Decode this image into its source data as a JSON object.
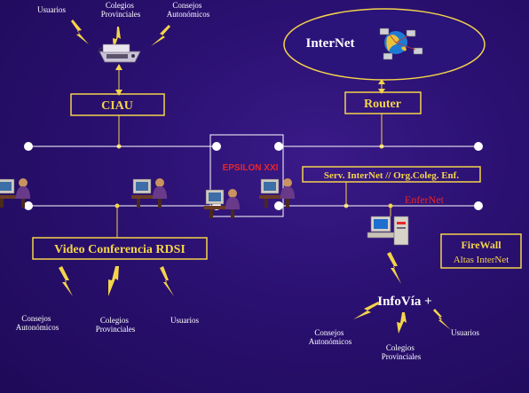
{
  "top_labels": {
    "usuarios": "Usuarios",
    "colegios": "Colegios\nProvinciales",
    "consejos": "Consejos\nAutonómicos"
  },
  "internet": {
    "label": "InterNet"
  },
  "nodes": {
    "ciau": "CIAU",
    "router": "Router",
    "epsilon": "EPSILON XXI",
    "serv_internet": "Serv. InterNet // Org.Coleg. Enf.",
    "enfernet": "EnferNet",
    "video_conf": "Video Conferencia RDSI",
    "firewall_title": "FireWall",
    "firewall_sub": "Altas InterNet",
    "infovia": "InfoVía +"
  },
  "bottom_left_labels": {
    "consejos": "Consejos\nAutonómicos",
    "colegios": "Colegios\nProvinciales",
    "usuarios": "Usuarios"
  },
  "bottom_right_labels": {
    "consejos": "Consejos\nAutonómicos",
    "colegios": "Colegios\nProvinciales",
    "usuarios": "Usuarios"
  },
  "colors": {
    "accent": "#f4d44a",
    "alert": "#e8262a",
    "background": "#2a1070"
  },
  "icons": [
    "fax-machine-icon",
    "globe-network-icon",
    "server-computer-icon",
    "workstation-user-icon"
  ]
}
